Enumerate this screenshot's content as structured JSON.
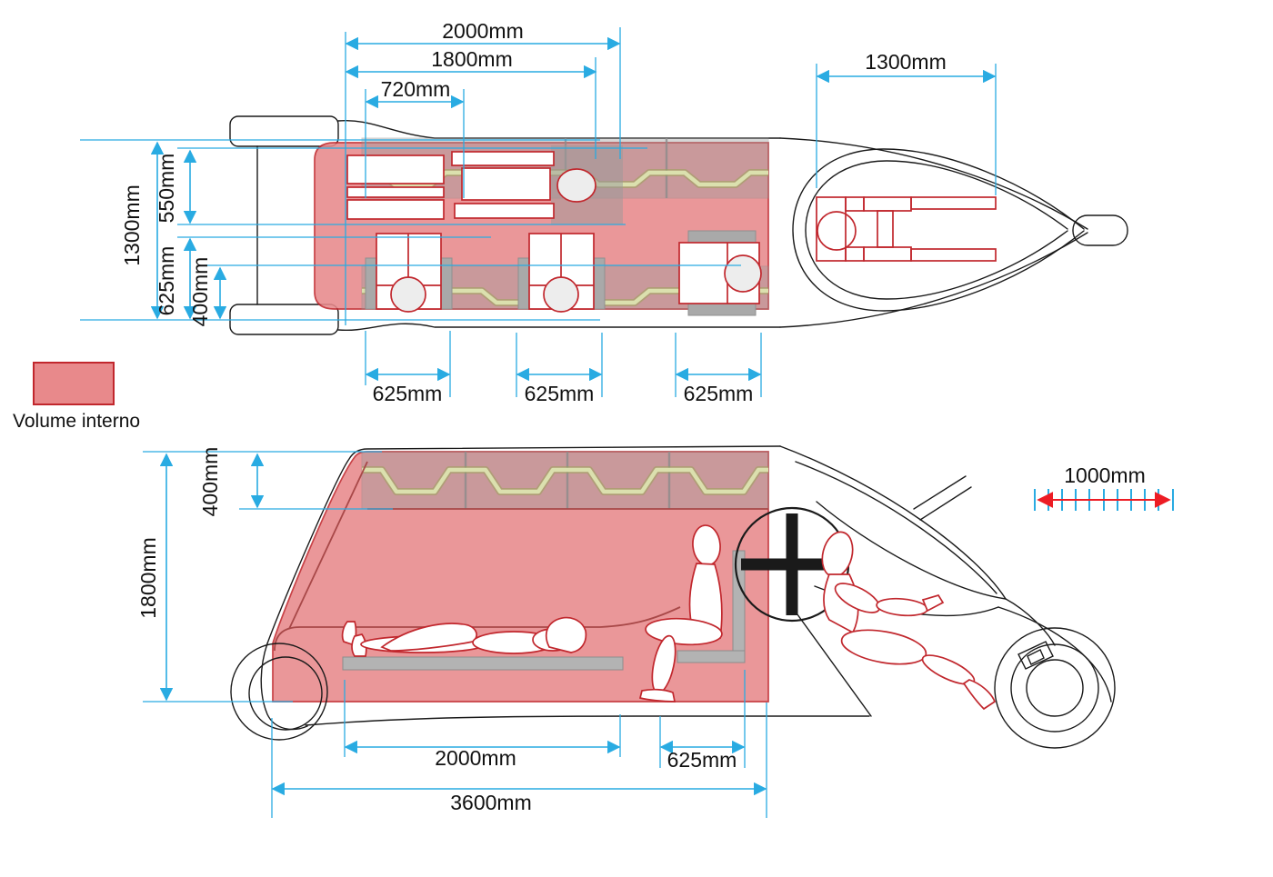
{
  "legend": {
    "label": "Volume interno"
  },
  "colors": {
    "volume_fill": "#e8898b",
    "volume_stroke": "#c1272d",
    "dimension_blue": "#29abe2",
    "scale_red": "#ed1c24",
    "band_gray": "#9e9e9e",
    "zigzag_green": "#aab45e",
    "outline_black": "#1a1a1a"
  },
  "top_view": {
    "dims": {
      "length_2000": "2000mm",
      "length_1800": "1800mm",
      "length_720": "720mm",
      "tail_1300": "1300mm",
      "width_1300": "1300mm",
      "width_550": "550mm",
      "width_625": "625mm",
      "width_400": "400mm",
      "seat1_625": "625mm",
      "seat2_625": "625mm",
      "seat3_625": "625mm"
    }
  },
  "side_view": {
    "dims": {
      "roof_400": "400mm",
      "height_1800": "1800mm",
      "floor_2000": "2000mm",
      "seat_625": "625mm",
      "overall_3600": "3600mm"
    },
    "scale_bar": {
      "label": "1000mm"
    }
  }
}
